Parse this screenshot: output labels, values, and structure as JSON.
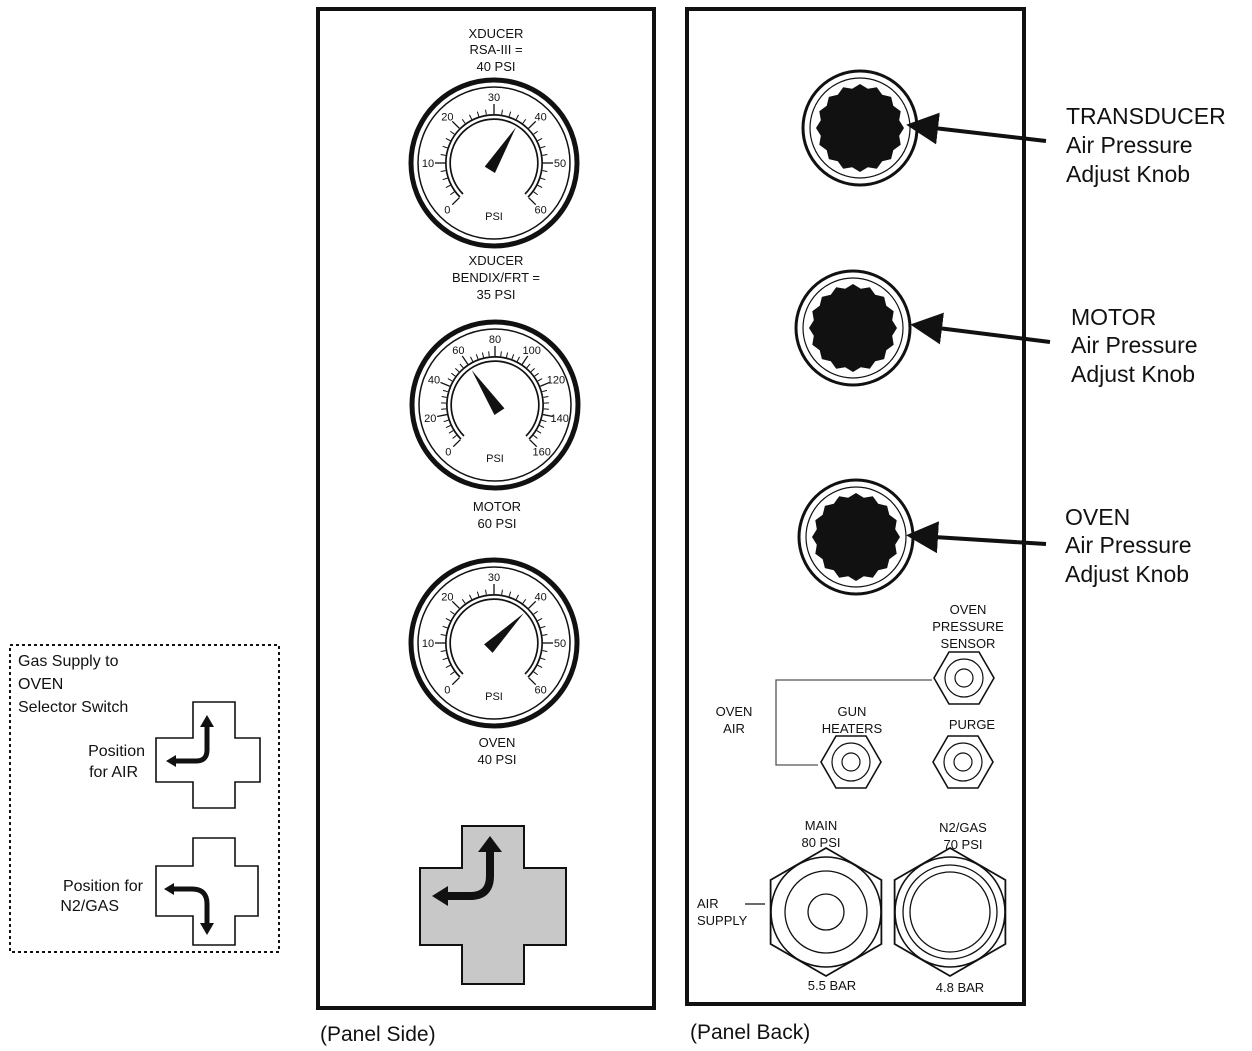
{
  "panel_side": {
    "caption": "(Panel Side)",
    "gauges": [
      {
        "label_above": [
          "XDUCER",
          "RSA-III =",
          "40 PSI"
        ],
        "label_below": [],
        "ticks": [
          "0",
          "10",
          "20",
          "30",
          "40",
          "50",
          "60"
        ],
        "unit": "PSI",
        "max": 60,
        "reading": 37
      },
      {
        "label_above": [
          "XDUCER",
          "BENDIX/FRT =",
          "35 PSI"
        ],
        "label_below": [
          "MOTOR",
          "60 PSI"
        ],
        "ticks": [
          "0",
          "20",
          "40",
          "60",
          "80",
          "100",
          "120",
          "140",
          "160"
        ],
        "unit": "PSI",
        "max": 160,
        "reading": 60
      },
      {
        "label_above": [],
        "label_below": [
          "OVEN",
          "40 PSI"
        ],
        "ticks": [
          "0",
          "10",
          "20",
          "30",
          "40",
          "50",
          "60"
        ],
        "unit": "PSI",
        "max": 60,
        "reading": 40
      }
    ]
  },
  "panel_back": {
    "caption": "(Panel Back)",
    "knobs": [
      {
        "name": "TRANSDUCER",
        "line1": "Air Pressure",
        "line2": "Adjust Knob"
      },
      {
        "name": "MOTOR",
        "line1": "Air Pressure",
        "line2": "Adjust Knob"
      },
      {
        "name": "OVEN",
        "line1": "Air Pressure",
        "line2": "Adjust Knob"
      }
    ],
    "oven_pressure_sensor": [
      "OVEN",
      "PRESSURE",
      "SENSOR"
    ],
    "oven_air": [
      "OVEN",
      "AIR"
    ],
    "gun_heaters": [
      "GUN",
      "HEATERS"
    ],
    "purge": "PURGE",
    "main": {
      "lines": [
        "MAIN",
        "80 PSI"
      ],
      "bar": "5.5 BAR"
    },
    "n2gas": {
      "lines": [
        "N2/GAS",
        "70 PSI"
      ],
      "bar": "4.8 BAR"
    },
    "air_supply": [
      "AIR",
      "SUPPLY"
    ]
  },
  "selector_legend": {
    "title": [
      "Gas Supply to",
      "OVEN",
      "Selector Switch"
    ],
    "air_position": [
      "Position",
      "for AIR"
    ],
    "n2_position": [
      "Position for",
      "N2/GAS"
    ]
  },
  "colors": {
    "switch_fill": "#c8c8c8",
    "line": "#111111"
  }
}
